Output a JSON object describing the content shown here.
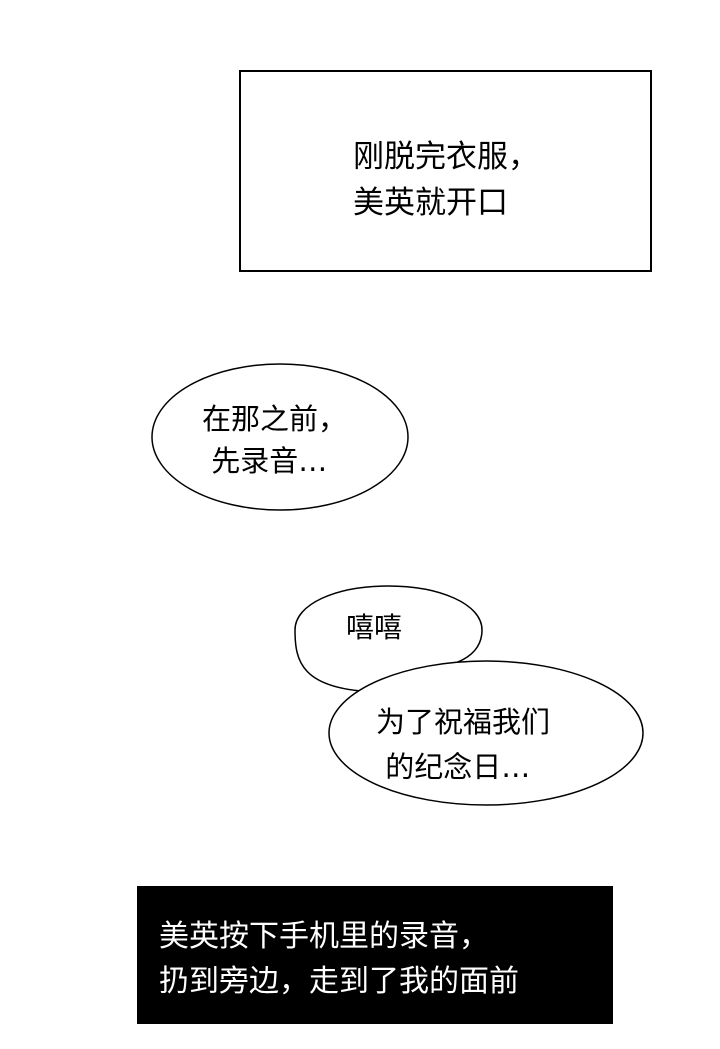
{
  "caption": {
    "text": "刚脱完衣服，\n美英就开口"
  },
  "bubbles": [
    {
      "text": "在那之前，\n 先录音…"
    },
    {
      "text": "嘻嘻"
    },
    {
      "text": "为了祝福我们\n 的纪念日…"
    }
  ],
  "narration": {
    "text": "美英按下手机里的录音，\n扔到旁边，走到了我的面前"
  },
  "colors": {
    "background": "#ffffff",
    "ink": "#000000",
    "narration_background": "#000000",
    "narration_text": "#ffffff"
  }
}
